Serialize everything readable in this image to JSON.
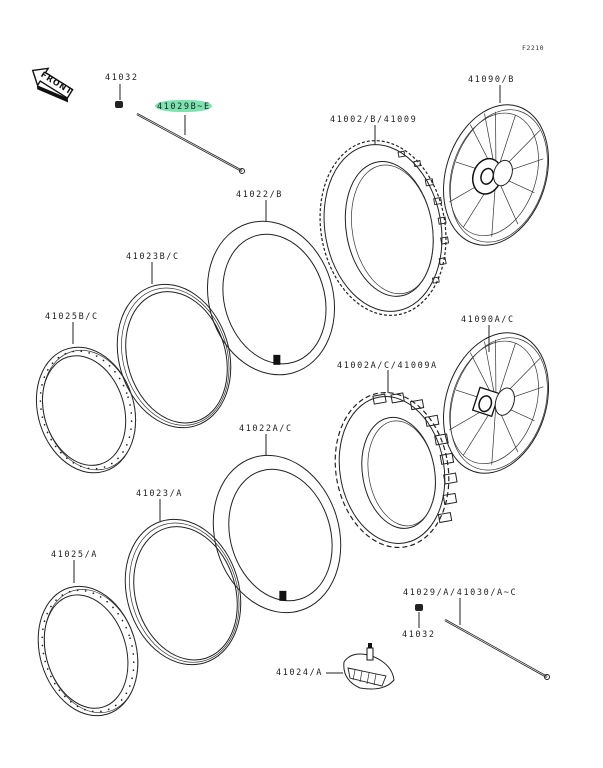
{
  "figure_id": "F2210",
  "front_arrow_label": "FRONT",
  "parts": {
    "bolt_top": "41032",
    "spoke_set_top": "41029B~E",
    "wheel_front": "41090/B",
    "tire_front": "41002/B/41009",
    "tube_front": "41022/B",
    "rim_band_front": "41023B/C",
    "rim_front": "41025B/C",
    "wheel_rear": "41090A/C",
    "tire_rear": "41002A/C/41009A",
    "tube_rear": "41022A/C",
    "rim_band_rear": "41023/A",
    "rim_rear": "41025/A",
    "spoke_set_bottom": "41029/A/41030/A~C",
    "bolt_bottom": "41032",
    "rim_lock": "41024/A"
  },
  "highlight": {
    "part": "spoke_set_top",
    "color": "#6ee0a8"
  }
}
